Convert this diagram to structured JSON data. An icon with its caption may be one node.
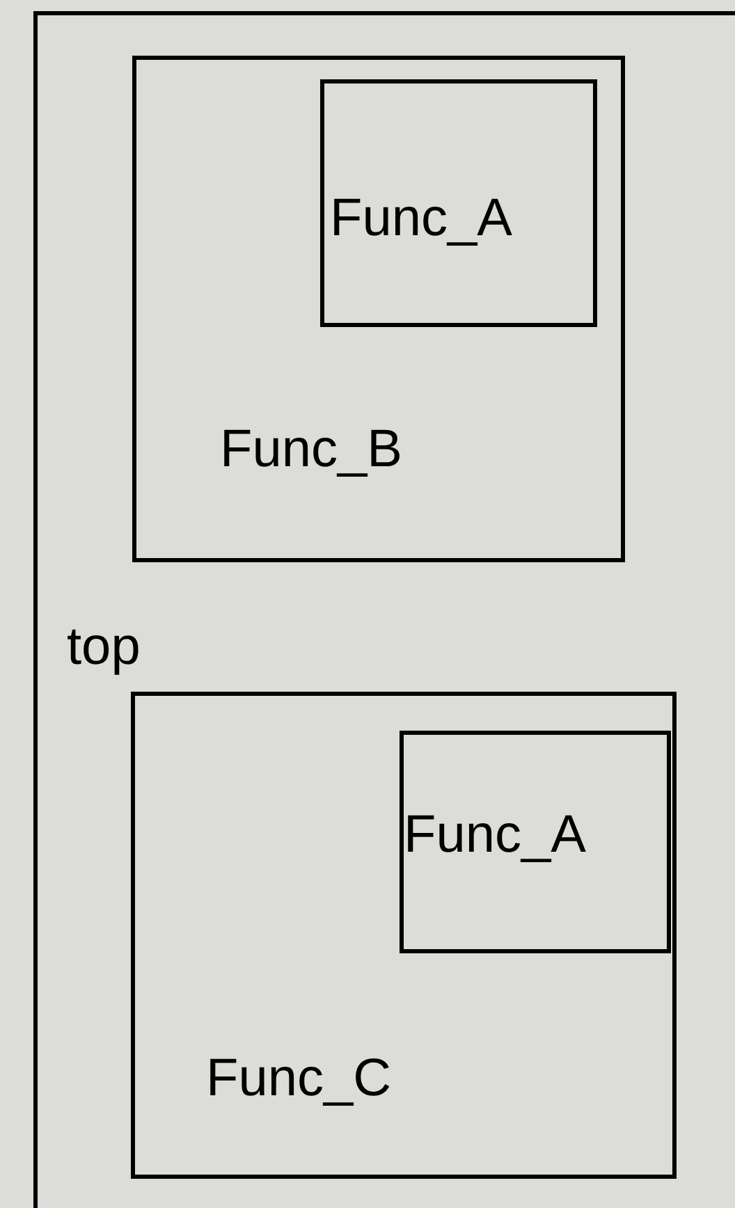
{
  "diagram": {
    "nodes": [
      {
        "text": [
          "top"
        ]
      },
      {
        "text": [
          "Func_B"
        ],
        "in": 0
      },
      {
        "text": [
          "Func_A"
        ],
        "in": 1
      },
      {
        "text": [
          "Func_C"
        ],
        "in": 0
      },
      {
        "text": [
          "Func_A"
        ],
        "in": 3
      }
    ]
  }
}
